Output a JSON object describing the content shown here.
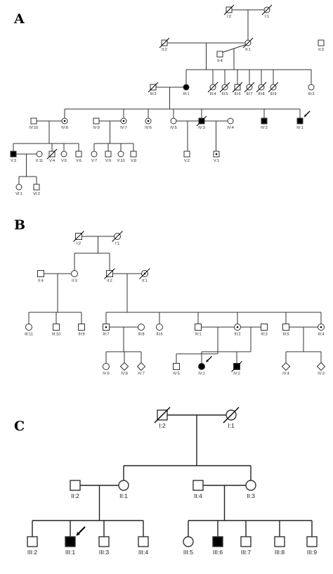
{
  "panels": [
    {
      "key": "A",
      "letter": "A",
      "label_size": "s"
    },
    {
      "key": "B",
      "letter": "B",
      "label_size": "s"
    },
    {
      "key": "C",
      "letter": "C",
      "label_size": "l"
    }
  ],
  "nodes": {
    "A": [
      {
        "id": "I2",
        "label": "I:2",
        "sex": "m",
        "affected": false,
        "deceased": true
      },
      {
        "id": "I1",
        "label": "I:1",
        "sex": "f",
        "affected": false,
        "deceased": true
      },
      {
        "id": "II2",
        "label": "II:2",
        "sex": "m",
        "affected": false,
        "deceased": true
      },
      {
        "id": "II1",
        "label": "II:1",
        "sex": "f",
        "affected": false,
        "deceased": true
      },
      {
        "id": "II3",
        "label": "II:3",
        "sex": "m",
        "affected": false,
        "deceased": false
      },
      {
        "id": "II4",
        "label": "II:4",
        "sex": "m",
        "affected": false,
        "deceased": false
      },
      {
        "id": "III2",
        "label": "III:2",
        "sex": "m",
        "affected": false,
        "deceased": true
      },
      {
        "id": "III1",
        "label": "III:1",
        "sex": "f",
        "affected": true,
        "deceased": false
      },
      {
        "id": "III4",
        "label": "III:4",
        "sex": "f",
        "affected": false,
        "deceased": true
      },
      {
        "id": "III5",
        "label": "III:5",
        "sex": "f",
        "affected": false,
        "deceased": true
      },
      {
        "id": "III6",
        "label": "III:6",
        "sex": "m",
        "affected": false,
        "deceased": true
      },
      {
        "id": "III7",
        "label": "III:7",
        "sex": "f",
        "affected": false,
        "deceased": true
      },
      {
        "id": "III8",
        "label": "III:8",
        "sex": "f",
        "affected": false,
        "deceased": true
      },
      {
        "id": "III9",
        "label": "III:9",
        "sex": "f",
        "affected": false,
        "deceased": true
      },
      {
        "id": "III3",
        "label": "III:3",
        "sex": "f",
        "affected": false,
        "deceased": false
      },
      {
        "id": "IV10",
        "label": "IV:10",
        "sex": "m",
        "affected": false,
        "deceased": false
      },
      {
        "id": "IV8",
        "label": "IV:8",
        "sex": "f",
        "affected": false,
        "deceased": false,
        "carrier": true
      },
      {
        "id": "IV9",
        "label": "IV:9",
        "sex": "m",
        "affected": false,
        "deceased": false
      },
      {
        "id": "IV7",
        "label": "IV:7",
        "sex": "f",
        "affected": false,
        "deceased": false,
        "carrier": true
      },
      {
        "id": "IV6",
        "label": "IV:6",
        "sex": "f",
        "affected": false,
        "deceased": false,
        "carrier": true
      },
      {
        "id": "IV5",
        "label": "IV:5",
        "sex": "f",
        "affected": false,
        "deceased": false
      },
      {
        "id": "IV3",
        "label": "IV:3",
        "sex": "m",
        "affected": true,
        "deceased": true
      },
      {
        "id": "IV4",
        "label": "IV:4",
        "sex": "f",
        "affected": false,
        "deceased": false
      },
      {
        "id": "IV2",
        "label": "IV:2",
        "sex": "m",
        "affected": true,
        "deceased": false
      },
      {
        "id": "IV1",
        "label": "IV:1",
        "sex": "m",
        "affected": true,
        "deceased": false,
        "proband": true
      },
      {
        "id": "V3",
        "label": "V:3",
        "sex": "m",
        "affected": true,
        "deceased": false
      },
      {
        "id": "V11",
        "label": "V:11",
        "sex": "f",
        "affected": false,
        "deceased": false
      },
      {
        "id": "V4",
        "label": "V:4",
        "sex": "m",
        "affected": false,
        "deceased": true
      },
      {
        "id": "V5",
        "label": "V:5",
        "sex": "f",
        "affected": false,
        "deceased": false
      },
      {
        "id": "V6",
        "label": "V:6",
        "sex": "m",
        "affected": false,
        "deceased": false
      },
      {
        "id": "V7",
        "label": "V:7",
        "sex": "f",
        "affected": false,
        "deceased": false
      },
      {
        "id": "V9",
        "label": "V:9",
        "sex": "m",
        "affected": false,
        "deceased": false
      },
      {
        "id": "V10",
        "label": "V:10",
        "sex": "f",
        "affected": false,
        "deceased": false
      },
      {
        "id": "V8",
        "label": "V:8",
        "sex": "m",
        "affected": false,
        "deceased": false
      },
      {
        "id": "V2",
        "label": "V:2",
        "sex": "m",
        "affected": false,
        "deceased": false
      },
      {
        "id": "V1",
        "label": "V:1",
        "sex": "m",
        "affected": false,
        "deceased": false,
        "carrier": true
      },
      {
        "id": "VI1",
        "label": "VI:1",
        "sex": "f",
        "affected": false,
        "deceased": false
      },
      {
        "id": "VI2",
        "label": "VI:2",
        "sex": "m",
        "affected": false,
        "deceased": false
      }
    ],
    "B": [
      {
        "id": "I2",
        "label": "I:2",
        "sex": "m",
        "affected": false,
        "deceased": true
      },
      {
        "id": "I1",
        "label": "I:1",
        "sex": "f",
        "affected": false,
        "deceased": true
      },
      {
        "id": "II4",
        "label": "II:4",
        "sex": "m",
        "affected": false,
        "deceased": false
      },
      {
        "id": "II3",
        "label": "II:3",
        "sex": "f",
        "affected": false,
        "deceased": false
      },
      {
        "id": "II2",
        "label": "II:2",
        "sex": "m",
        "affected": false,
        "deceased": true
      },
      {
        "id": "II1",
        "label": "II:1",
        "sex": "f",
        "affected": false,
        "deceased": true,
        "carrier": true
      },
      {
        "id": "III11",
        "label": "III:11",
        "sex": "f",
        "affected": false,
        "deceased": false
      },
      {
        "id": "III10",
        "label": "III:10",
        "sex": "m",
        "affected": false,
        "deceased": false
      },
      {
        "id": "III9",
        "label": "III:9",
        "sex": "m",
        "affected": false,
        "deceased": false
      },
      {
        "id": "III7",
        "label": "III:7",
        "sex": "m",
        "affected": false,
        "deceased": false,
        "carrier": true
      },
      {
        "id": "III8",
        "label": "III:8",
        "sex": "f",
        "affected": false,
        "deceased": false
      },
      {
        "id": "III6",
        "label": "III:6",
        "sex": "f",
        "affected": false,
        "deceased": false
      },
      {
        "id": "III1",
        "label": "III:1",
        "sex": "m",
        "affected": false,
        "deceased": false
      },
      {
        "id": "III2",
        "label": "III:2",
        "sex": "f",
        "affected": false,
        "deceased": false,
        "carrier": true
      },
      {
        "id": "III3",
        "label": "III:3",
        "sex": "m",
        "affected": false,
        "deceased": false
      },
      {
        "id": "III5",
        "label": "III:5",
        "sex": "m",
        "affected": false,
        "deceased": false
      },
      {
        "id": "III4",
        "label": "III:4",
        "sex": "f",
        "affected": false,
        "deceased": false,
        "carrier": true
      },
      {
        "id": "IV6",
        "label": "IV:6",
        "sex": "f",
        "affected": false,
        "deceased": false
      },
      {
        "id": "IV8",
        "label": "IV:8",
        "sex": "u",
        "affected": false,
        "deceased": false
      },
      {
        "id": "IV7",
        "label": "IV:7",
        "sex": "u",
        "affected": false,
        "deceased": false
      },
      {
        "id": "IV5",
        "label": "IV:5",
        "sex": "m",
        "affected": false,
        "deceased": false
      },
      {
        "id": "IV1",
        "label": "IV:1",
        "sex": "f",
        "affected": true,
        "deceased": false,
        "proband": true
      },
      {
        "id": "IV2",
        "label": "IV:2",
        "sex": "m",
        "affected": true,
        "deceased": true
      },
      {
        "id": "IV4",
        "label": "IV:4",
        "sex": "u",
        "affected": false,
        "deceased": false
      },
      {
        "id": "IV3",
        "label": "IV:3",
        "sex": "u",
        "affected": false,
        "deceased": false
      }
    ],
    "C": [
      {
        "id": "I2",
        "label": "I:2",
        "sex": "m",
        "affected": false,
        "deceased": true
      },
      {
        "id": "I1",
        "label": "I:1",
        "sex": "f",
        "affected": false,
        "deceased": true
      },
      {
        "id": "II2",
        "label": "II:2",
        "sex": "m",
        "affected": false,
        "deceased": false
      },
      {
        "id": "II1",
        "label": "II:1",
        "sex": "f",
        "affected": false,
        "deceased": false
      },
      {
        "id": "II4",
        "label": "II:4",
        "sex": "m",
        "affected": false,
        "deceased": false
      },
      {
        "id": "II3",
        "label": "II:3",
        "sex": "f",
        "affected": false,
        "deceased": false
      },
      {
        "id": "III2",
        "label": "III:2",
        "sex": "m",
        "affected": false,
        "deceased": false
      },
      {
        "id": "III1",
        "label": "III:1",
        "sex": "m",
        "affected": true,
        "deceased": false,
        "proband": true
      },
      {
        "id": "III3",
        "label": "III:3",
        "sex": "m",
        "affected": false,
        "deceased": false
      },
      {
        "id": "III4",
        "label": "III:4",
        "sex": "m",
        "affected": false,
        "deceased": false
      },
      {
        "id": "III5",
        "label": "III:5",
        "sex": "f",
        "affected": false,
        "deceased": false
      },
      {
        "id": "III6",
        "label": "III:6",
        "sex": "m",
        "affected": true,
        "deceased": false
      },
      {
        "id": "III7",
        "label": "III:7",
        "sex": "m",
        "affected": false,
        "deceased": false
      },
      {
        "id": "III8",
        "label": "III:8",
        "sex": "m",
        "affected": false,
        "deceased": false
      },
      {
        "id": "III9",
        "label": "III:9",
        "sex": "m",
        "affected": false,
        "deceased": false
      }
    ]
  },
  "couples": {
    "A": [
      [
        "I2",
        "I1"
      ],
      [
        "II2",
        "II1"
      ],
      [
        "III2",
        "III1"
      ],
      [
        "IV10",
        "IV8"
      ],
      [
        "IV9",
        "IV7"
      ],
      [
        "IV5",
        "IV3"
      ],
      [
        "IV3",
        "IV4"
      ],
      [
        "V3",
        "V11"
      ],
      [
        "II1",
        "II4"
      ]
    ],
    "B": [
      [
        "I2",
        "I1"
      ],
      [
        "II4",
        "II3"
      ],
      [
        "II2",
        "II1"
      ],
      [
        "III7",
        "III8"
      ],
      [
        "III1",
        "III2"
      ],
      [
        "III2",
        "III3"
      ],
      [
        "III5",
        "III4"
      ]
    ],
    "C": [
      [
        "I2",
        "I1"
      ],
      [
        "II2",
        "II1"
      ],
      [
        "II4",
        "II3"
      ]
    ]
  },
  "families": {
    "A": [
      {
        "parents": [
          "I2",
          "I1"
        ],
        "children": [
          "II1"
        ]
      },
      {
        "parents": [
          "II2",
          "II1"
        ],
        "children": [
          "III1",
          "III3"
        ]
      },
      {
        "parents": [
          "II1",
          "II4"
        ],
        "children": [
          "III4",
          "III5",
          "III6",
          "III7",
          "III8",
          "III9"
        ]
      },
      {
        "parents": [
          "III2",
          "III1"
        ],
        "children": [
          "IV8",
          "IV7",
          "IV6",
          "IV5",
          "IV3",
          "IV2",
          "IV1"
        ]
      },
      {
        "parents": [
          "IV10",
          "IV8"
        ],
        "children": [
          "V3",
          "V4",
          "V5",
          "V6"
        ]
      },
      {
        "parents": [
          "IV9",
          "IV7"
        ],
        "children": [
          "V7",
          "V9",
          "V10",
          "V8"
        ]
      },
      {
        "parents": [
          "IV5",
          "IV3"
        ],
        "children": [
          "V2"
        ]
      },
      {
        "parents": [
          "IV3",
          "IV4"
        ],
        "children": [
          "V1"
        ]
      },
      {
        "parents": [
          "V3",
          "V11"
        ],
        "children": [
          "VI1",
          "VI2"
        ]
      }
    ],
    "B": [
      {
        "parents": [
          "I2",
          "I1"
        ],
        "children": [
          "II3",
          "II2"
        ]
      },
      {
        "parents": [
          "II4",
          "II3"
        ],
        "children": [
          "III11",
          "III10",
          "III9"
        ]
      },
      {
        "parents": [
          "II2",
          "II1"
        ],
        "children": [
          "III7",
          "III6",
          "III1",
          "III2",
          "III5",
          "III4"
        ]
      },
      {
        "parents": [
          "III7",
          "III8"
        ],
        "children": [
          "IV6",
          "IV8",
          "IV7"
        ]
      },
      {
        "parents": [
          "III1",
          "III2"
        ],
        "children": [
          "IV5"
        ]
      },
      {
        "parents": [
          "III2",
          "III3"
        ],
        "children": [
          "IV1",
          "IV2"
        ]
      },
      {
        "parents": [
          "III5",
          "III4"
        ],
        "children": [
          "IV4",
          "IV3"
        ]
      }
    ],
    "C": [
      {
        "parents": [
          "I2",
          "I1"
        ],
        "children": [
          "II1",
          "II3"
        ]
      },
      {
        "parents": [
          "II2",
          "II1"
        ],
        "children": [
          "III2",
          "III1",
          "III3",
          "III4"
        ]
      },
      {
        "parents": [
          "II4",
          "II3"
        ],
        "children": [
          "III5",
          "III6",
          "III7",
          "III8",
          "III9"
        ]
      }
    ]
  },
  "colors": {
    "line": "#333333",
    "affected_fill": "#000000",
    "unaffected_fill": "#ffffff"
  }
}
